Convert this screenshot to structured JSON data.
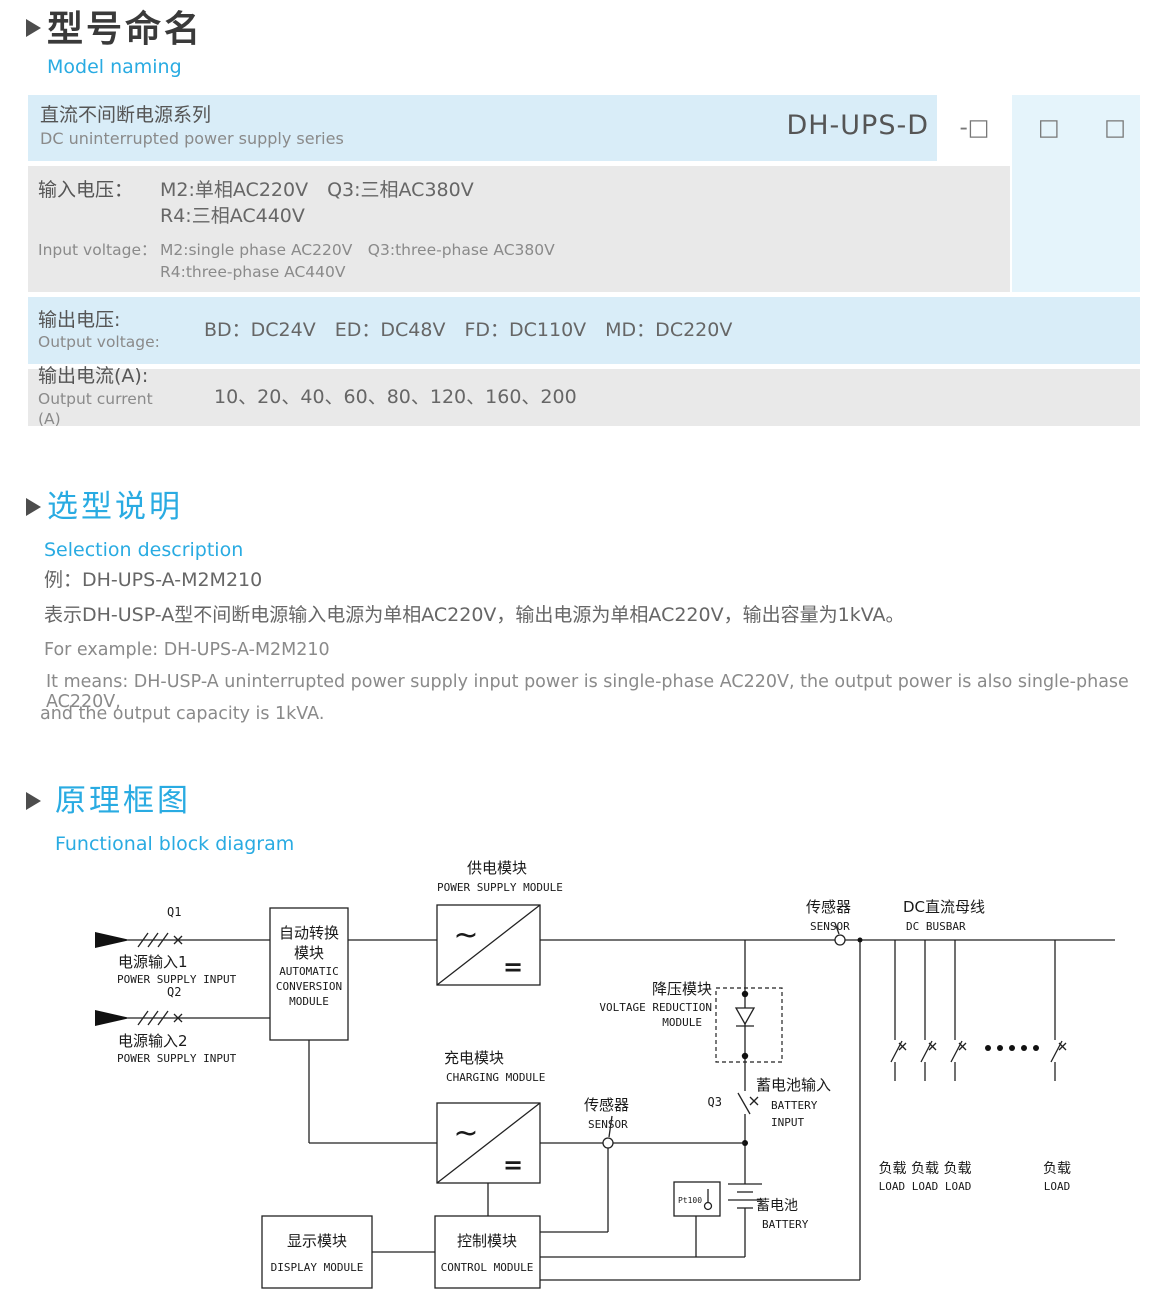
{
  "colors": {
    "accent": "#29abe2",
    "row_blue": "#d9edf8",
    "row_gray": "#e9e9e9",
    "strip_blue": "#e5f4fb"
  },
  "model_naming": {
    "title_zh": "型号命名",
    "title_en": "Model naming",
    "series_zh": "直流不间断电源系列",
    "series_en": "DC uninterrupted power supply series",
    "model_code": "DH-UPS-D",
    "code_box1": "-□",
    "code_box2": "□",
    "code_box3": "□",
    "input_voltage": {
      "label_zh": "输入电压：",
      "zh_line1": "M2:单相AC220V　Q3:三相AC380V",
      "zh_line2": "R4:三相AC440V",
      "label_en": "Input voltage：",
      "en_line1": "M2:single phase AC220V　Q3:three-phase AC380V",
      "en_line2": "R4:three-phase AC440V"
    },
    "output_voltage": {
      "label_zh": "输出电压:",
      "label_en": "Output voltage:",
      "value": "BD：DC24V　ED：DC48V　FD：DC110V　MD：DC220V"
    },
    "output_current": {
      "label_zh": "输出电流(A):",
      "label_en": "Output current (A)",
      "value": "10、20、40、60、80、120、160、200"
    }
  },
  "selection": {
    "title_zh": "选型说明",
    "title_en": "Selection description",
    "example_zh": "例：DH-UPS-A-M2M210",
    "desc_zh": "表示DH-USP-A型不间断电源输入电源为单相AC220V，输出电源为单相AC220V，输出容量为1kVA。",
    "example_en": "For example: DH-UPS-A-M2M210",
    "desc_en_line1": "It means: DH-USP-A uninterrupted power supply input power is single-phase AC220V, the output power is also single-phase AC220V,",
    "desc_en_line2": "and the output capacity is 1kVA."
  },
  "diagram": {
    "title_zh": "原理框图",
    "title_en": "Functional block diagram",
    "q1": "Q1",
    "q2": "Q2",
    "q3": "Q3",
    "input1_zh": "电源输入1",
    "input1_en": "POWER SUPPLY INPUT",
    "input2_zh": "电源输入2",
    "input2_en": "POWER SUPPLY INPUT",
    "acm_zh1": "自动转换",
    "acm_zh2": "模块",
    "acm_en1": "AUTOMATIC",
    "acm_en2": "CONVERSION",
    "acm_en3": "MODULE",
    "psm_zh": "供电模块",
    "psm_en": "POWER SUPPLY MODULE",
    "sensor1_zh": "传感器",
    "sensor1_en": "SENSOR",
    "busbar_zh": "DC直流母线",
    "busbar_en": "DC BUSBAR",
    "vrm_zh": "降压模块",
    "vrm_en1": "VOLTAGE REDUCTION",
    "vrm_en2": "MODULE",
    "charge_zh": "充电模块",
    "charge_en": "CHARGING MODULE",
    "sensor2_zh": "传感器",
    "sensor2_en": "SENSOR",
    "batt_in_zh": "蓄电池输入",
    "batt_in_en1": "BATTERY",
    "batt_in_en2": "INPUT",
    "pt100": "Pt100",
    "battery_zh": "蓄电池",
    "battery_en": "BATTERY",
    "display_zh": "显示模块",
    "display_en": "DISPLAY MODULE",
    "control_zh": "控制模块",
    "control_en": "CONTROL MODULE",
    "loads_zh": "负载 负载 负载",
    "loads_en": "LOAD LOAD LOAD",
    "load_right_zh": "负载",
    "load_right_en": "LOAD",
    "ac_symbol": "~",
    "dc_symbol": "="
  }
}
